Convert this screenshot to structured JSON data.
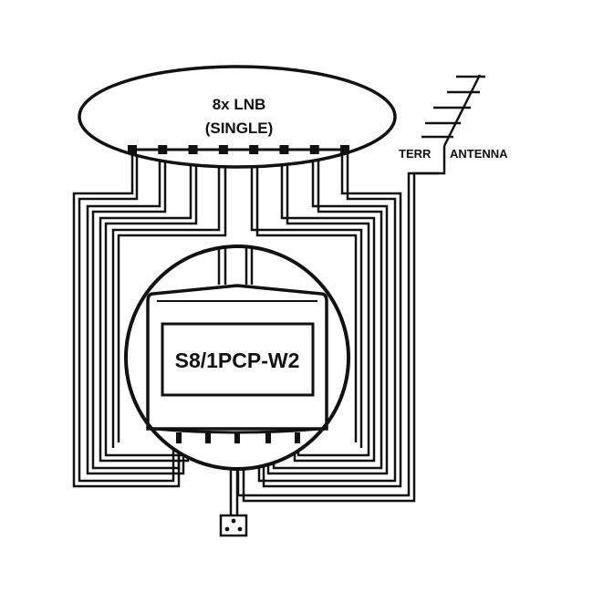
{
  "lnb": {
    "line1": "8x LNB",
    "line2": "(SINGLE)",
    "outputs": 8
  },
  "antenna": {
    "label_left": "TERR",
    "label_right": "ANTENNA"
  },
  "switch": {
    "model": "S8/1PCP-W2",
    "outputs": 5
  },
  "colors": {
    "line": "#111111",
    "background": "#ffffff"
  }
}
